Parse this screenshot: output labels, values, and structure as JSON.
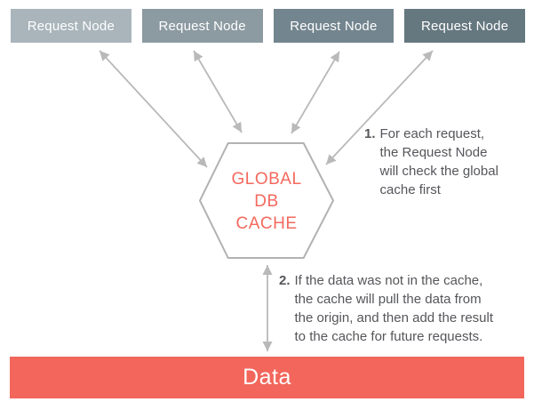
{
  "nodes": [
    {
      "label": "Request Node"
    },
    {
      "label": "Request Node"
    },
    {
      "label": "Request Node"
    },
    {
      "label": "Request Node"
    }
  ],
  "cache": {
    "line1": "GLOBAL",
    "line2": "DB",
    "line3": "CACHE"
  },
  "data_store": {
    "label": "Data"
  },
  "annotations": [
    {
      "number": "1.",
      "lines": [
        "For each request,",
        "the Request Node",
        "will check the global",
        "cache first"
      ]
    },
    {
      "number": "2.",
      "lines": [
        "If the data was not in the cache,",
        "the cache will pull the data from",
        "the origin, and then add the result",
        "to the cache for future requests."
      ]
    }
  ],
  "colors": {
    "node1": "#a9b5bb",
    "node2": "#8c9aa1",
    "node3": "#73858e",
    "node4": "#65777f",
    "accent": "#f2665c",
    "cache_text": "#f4695e",
    "arrow": "#b9b9b9",
    "hex_border": "#b2b2b2",
    "annotation_text": "#55565a",
    "node_text": "#ffffff",
    "data_text": "#ffffff"
  }
}
